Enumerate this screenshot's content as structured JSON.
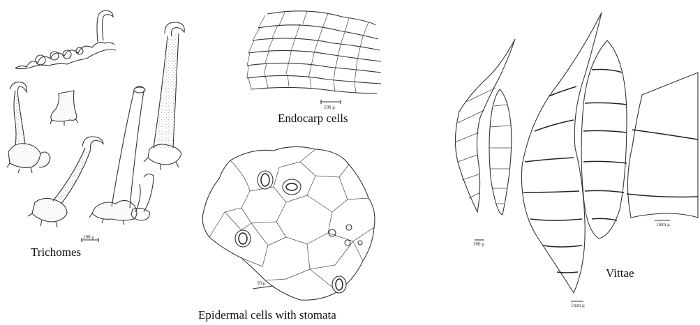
{
  "labels": {
    "trichomes": "Trichomes",
    "endocarp": "Endocarp cells",
    "epidermal": "Epidermal cells with stomata",
    "vittae": "Vittae"
  },
  "scale_bars": {
    "trichomes": "100 μ",
    "endocarp": "100 μ",
    "epidermal": "50 μ",
    "vittae_left": "100 μ",
    "vittae_mid": "1mm μ",
    "vittae_right": "1mm μ"
  }
}
